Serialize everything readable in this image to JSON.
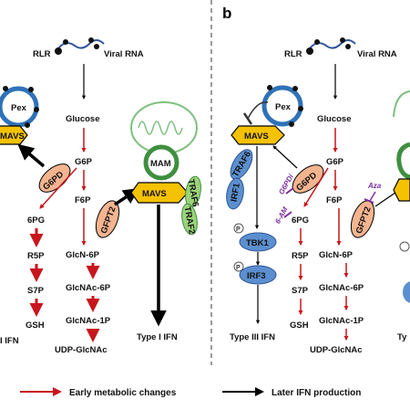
{
  "panel_b_letter": "b",
  "panel_a": {
    "rlr": "RLR",
    "viral_rna": "Viral RNA",
    "glucose": "Glucose",
    "g6p": "G6P",
    "f6p": "F6P",
    "g6pd": "G6PD",
    "gfpt2": "GFPT2",
    "pex": "Pex",
    "mavs_pex": "MAVS",
    "mam": "MAM",
    "mavs_mam": "MAVS",
    "traf6": "TRAF6",
    "traf2": "TRAF2",
    "pg6": "6PG",
    "r5p": "R5P",
    "s7p": "S7P",
    "gsh": "GSH",
    "glcn6p": "GlcN-6P",
    "glcnac6p": "GlcNAc-6P",
    "glcnac1p": "GlcNAc-1P",
    "udp": "UDP-GlcNAc",
    "ifn3": "I IFN",
    "ifn1": "Type I IFN"
  },
  "panel_b": {
    "rlr": "RLR",
    "viral_rna": "Viral RNA",
    "glucose": "Glucose",
    "g6p": "G6P",
    "f6p": "F6P",
    "pex": "Pex",
    "mavs": "MAVS",
    "traf6": "TRAF6",
    "irf1": "IRF1",
    "g6pd": "G6PD",
    "g6pdi": "G6PDi",
    "aza": "Aza",
    "am6": "6-AM",
    "gfpt2": "GFPT2",
    "pg6": "6PG",
    "r5p": "R5P",
    "s7p": "S7P",
    "gsh": "GSH",
    "tbk1": "TBK1",
    "irf3": "IRF3",
    "p": "P",
    "glcn6p": "GlcN-6P",
    "glcnac6p": "GlcNAc-6P",
    "glcnac1p": "GlcNAc-1P",
    "udp": "UDP-GlcNAc",
    "ifn3": "Type III IFN",
    "ifn1_partial": "Ty"
  },
  "legend": {
    "early": "Early metabolic changes",
    "later": "Later IFN production"
  },
  "colors": {
    "red_arrow": "#c8161d",
    "black_arrow": "#000000",
    "mavs_fill": "#f5c200",
    "enzyme_fill": "#f4b48f",
    "blue_node": "#5b8fcf",
    "traf_green": "#9bd37a",
    "pex_blue": "#2f72b8",
    "mam_green": "#3f8f3f",
    "inhibitor_purple": "#7b2f9e"
  }
}
